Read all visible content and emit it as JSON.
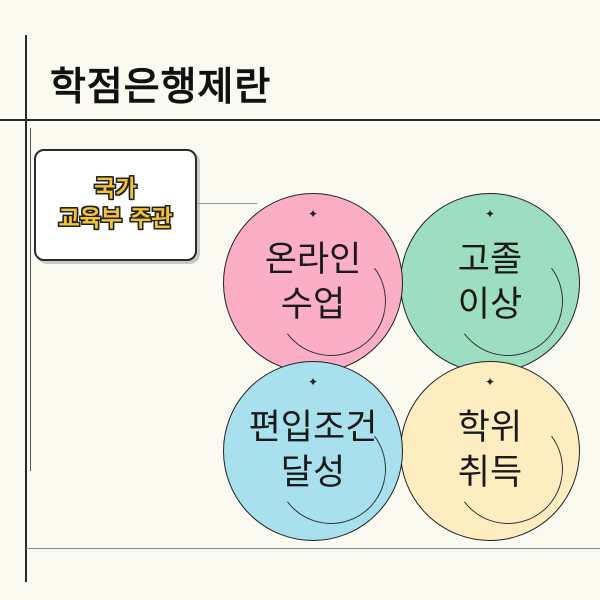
{
  "title": "학점은행제란",
  "badge": {
    "line1": "국가",
    "line2": "교육부 주관"
  },
  "circles": [
    {
      "line1": "온라인",
      "line2": "수업",
      "color": "#fbaec6"
    },
    {
      "line1": "고졸",
      "line2": "이상",
      "color": "#9ddec0"
    },
    {
      "line1": "편입조건",
      "line2": "달성",
      "color": "#a8e0ee"
    },
    {
      "line1": "학위",
      "line2": "취득",
      "color": "#ffedc2"
    }
  ],
  "colors": {
    "background": "#fbfaf1",
    "badge_text": "#f5c431"
  },
  "icons": {
    "sparkle": "✦"
  }
}
